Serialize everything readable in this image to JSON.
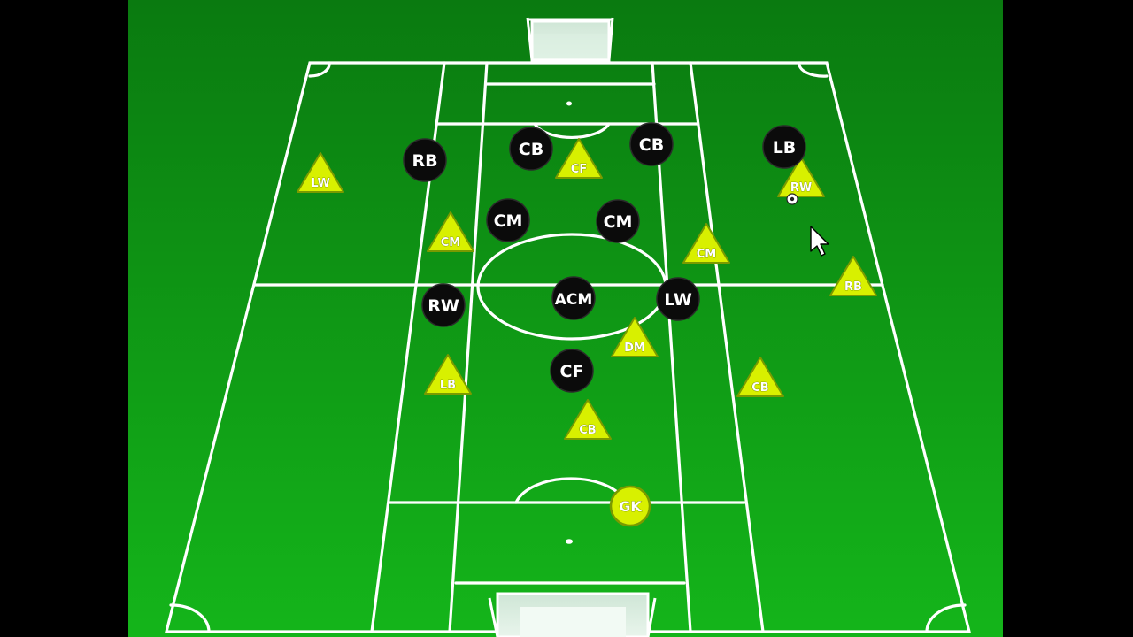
{
  "colors": {
    "pitch_top": "#0a7a10",
    "pitch_bottom": "#14b51a",
    "lines": "#ffffff",
    "team_dark": "#0b0b0b",
    "team_light": "#d8f000",
    "team_light_edge": "#7a9a00"
  },
  "team_dark": {
    "marker_shape": "circle",
    "players": [
      {
        "label": "RB"
      },
      {
        "label": "CB"
      },
      {
        "label": "CB"
      },
      {
        "label": "LB"
      },
      {
        "label": "CM"
      },
      {
        "label": "CM"
      },
      {
        "label": "RW"
      },
      {
        "label": "ACM"
      },
      {
        "label": "LW"
      },
      {
        "label": "CF"
      }
    ]
  },
  "team_light": {
    "marker_shape": "triangle",
    "players": [
      {
        "label": "LW"
      },
      {
        "label": "CF"
      },
      {
        "label": "RW"
      },
      {
        "label": "CM"
      },
      {
        "label": "CM"
      },
      {
        "label": "RB"
      },
      {
        "label": "DM"
      },
      {
        "label": "LB"
      },
      {
        "label": "CB"
      },
      {
        "label": "CB"
      }
    ],
    "goalkeeper": {
      "label": "GK"
    }
  },
  "icons": [
    "goal-top-icon",
    "goal-bottom-icon",
    "ball-icon",
    "mouse-cursor-icon"
  ]
}
